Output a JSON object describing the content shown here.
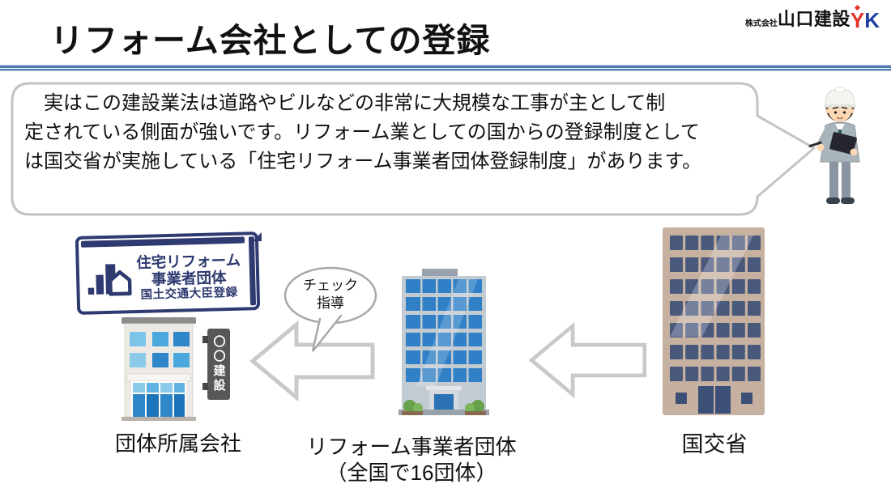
{
  "slide": {
    "title": "リフォーム会社としての登録"
  },
  "logo": {
    "prefix": "株式会社",
    "name": "山口建設",
    "y": "Y",
    "k": "K"
  },
  "speech_bubble": {
    "text": "　実はこの建設業法は道路やビルなどの非常に大規模な工事が主として制\n定されている側面が強いです。リフォーム業としての国からの登録制度として\nは国交省が実施している「住宅リフォーム事業者団体登録制度」があります。"
  },
  "registration_badge": {
    "line1": "住宅リフォーム",
    "line2": "事業者団体",
    "line3": "国土交通大臣登録"
  },
  "check_bubble": {
    "text": "チェック\n指導"
  },
  "diagram": {
    "member_company": {
      "label": "団体所属会社",
      "sign": "〇〇建設"
    },
    "association": {
      "label": "リフォーム事業者団体",
      "sublabel": "（全国で16団体）"
    },
    "ministry": {
      "label": "国交省"
    }
  },
  "colors": {
    "header_line_blue": "#4d79b3",
    "bubble_border_gray": "#c3c3c3",
    "badge_navy": "#2e3a70",
    "logo_y_red": "#e53228",
    "logo_k_blue": "#2140a8",
    "arrow_outline_gray": "#c9c9c9"
  }
}
